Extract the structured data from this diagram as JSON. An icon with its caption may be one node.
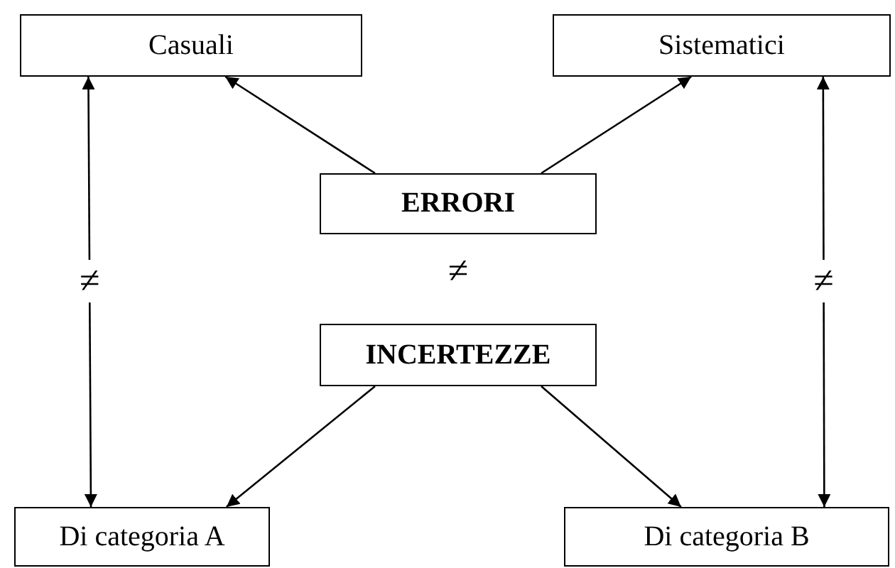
{
  "diagram": {
    "nodes": [
      {
        "text": [
          "Casuali"
        ]
      },
      {
        "text": [
          "Sistematici"
        ]
      },
      {
        "text": [
          "ERRORI"
        ]
      },
      {
        "text": [
          "INCERTEZZE"
        ]
      },
      {
        "text": [
          "Di categoria A"
        ]
      },
      {
        "text": [
          "Di categoria B"
        ]
      }
    ],
    "edges": [
      {
        "from": 2,
        "to": 0,
        "arrow": "to"
      },
      {
        "from": 2,
        "to": 1,
        "arrow": "to"
      },
      {
        "from": 3,
        "to": 4,
        "arrow": "to"
      },
      {
        "from": 3,
        "to": 5,
        "arrow": "to"
      },
      {
        "from": 0,
        "to": 4,
        "arrow": "both",
        "label": "≠"
      },
      {
        "from": 1,
        "to": 5,
        "arrow": "both",
        "label": "≠"
      }
    ],
    "labels": [
      "≠"
    ]
  }
}
